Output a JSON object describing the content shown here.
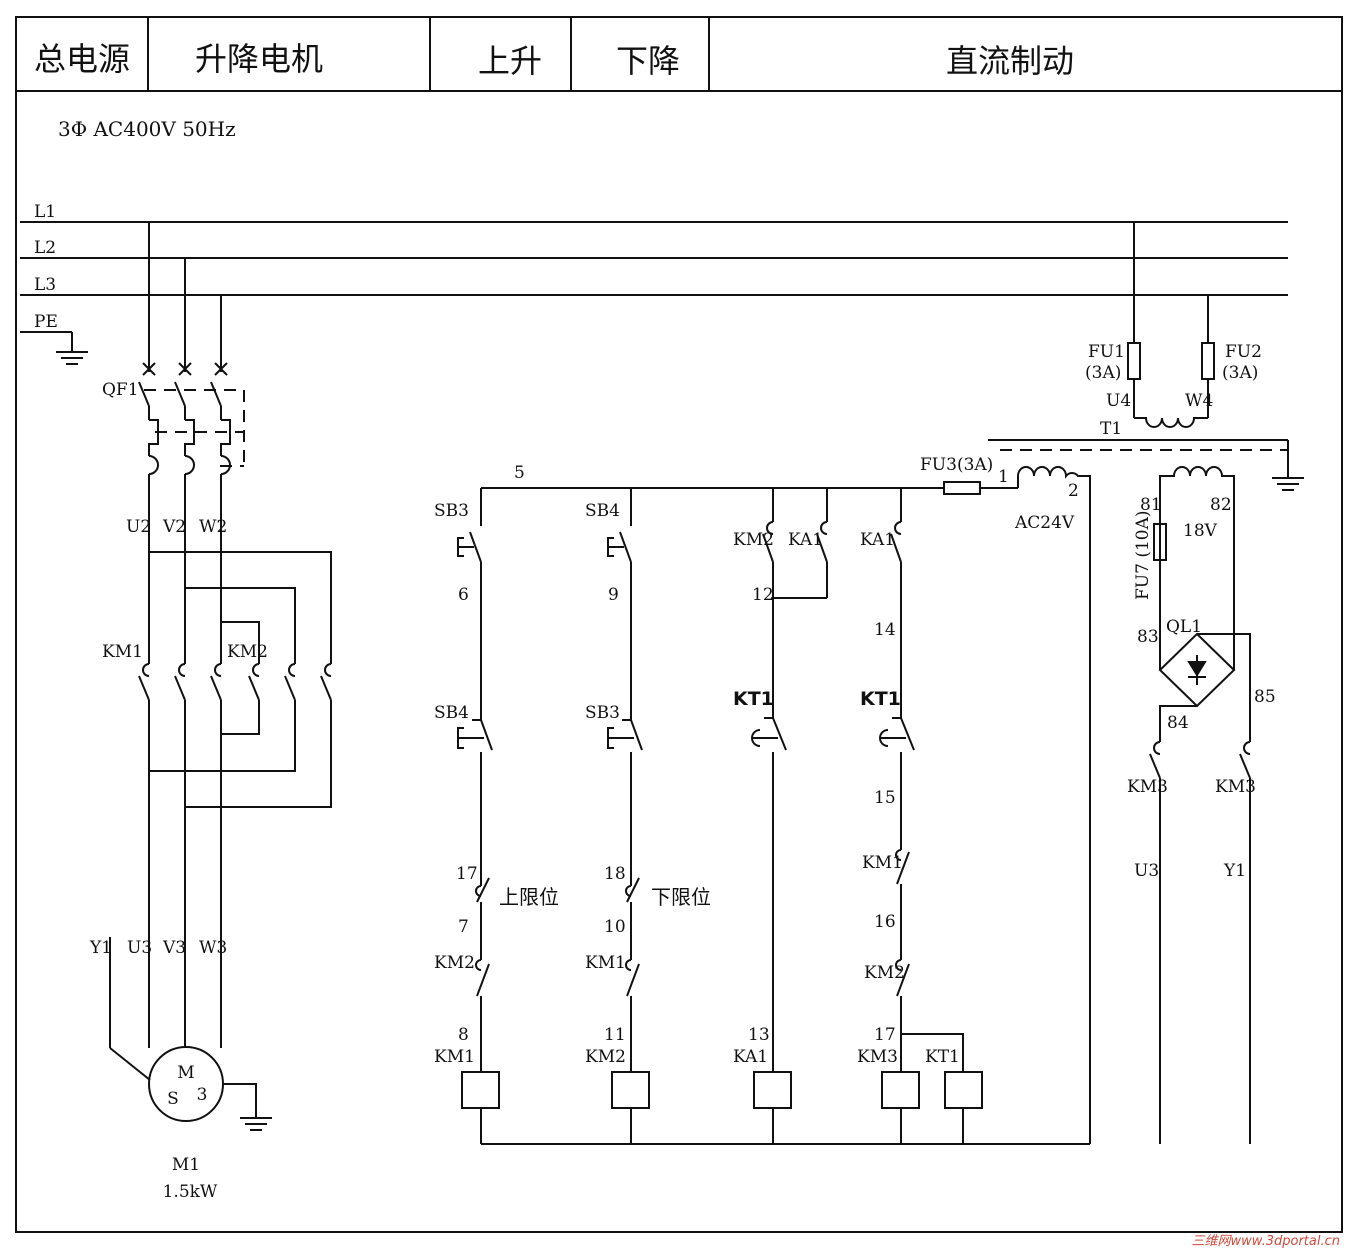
{
  "header": {
    "power": "总电源",
    "motor": "升降电机",
    "up": "上升",
    "down": "下降",
    "brake": "直流制动"
  },
  "supply": "3Φ  AC400V 50Hz",
  "buses": [
    "L1",
    "L2",
    "L3",
    "PE"
  ],
  "breaker": "QF1",
  "motor_terminals": [
    "U2",
    "V2",
    "W2"
  ],
  "contactors": [
    "KM1",
    "KM2"
  ],
  "motor_leads": [
    "Y1",
    "U3",
    "V3",
    "W3"
  ],
  "motor": {
    "symbol": "M",
    "sub1": "S",
    "sub2": "3",
    "name": "M1",
    "power": "1.5kW"
  },
  "transformer": {
    "fu1": "FU1",
    "fu1_rating": "(3A)",
    "fu2": "FU2",
    "fu2_rating": "(3A)",
    "u4": "U4",
    "w4": "W4",
    "name": "T1",
    "fu3": "FU3(3A)",
    "ac": "AC24V",
    "dc": "18V"
  },
  "control": {
    "wires": {
      "w1": "1",
      "w2": "2",
      "w5": "5",
      "w6": "6",
      "w9": "9",
      "w12": "12",
      "w14": "14",
      "w15": "15",
      "w16": "16",
      "w17a": "17",
      "w17b": "17",
      "w18": "18",
      "w7": "7",
      "w10": "10",
      "w8": "8",
      "w11": "11",
      "w13": "13"
    },
    "labels": {
      "sb3_a": "SB3",
      "sb4_a": "SB4",
      "sb4_b": "SB4",
      "sb3_b": "SB3",
      "km2_a": "KM2",
      "ka1_a": "KA1",
      "ka1_b": "KA1",
      "kt1_a": "KT1",
      "kt1_b": "KT1",
      "upper_limit": "上限位",
      "lower_limit": "下限位",
      "km2_b": "KM2",
      "km1_b": "KM1",
      "km1_c": "KM1",
      "km2_c": "KM2"
    },
    "coils": [
      "KM1",
      "KM2",
      "KA1",
      "KM3",
      "KT1"
    ]
  },
  "brake": {
    "w81": "81",
    "w82": "82",
    "fu7": "FU7 (10A)",
    "ql1": "QL1",
    "w83": "83",
    "w84": "84",
    "w85": "85",
    "km3_a": "KM3",
    "km3_b": "KM3",
    "u3": "U3",
    "y1": "Y1"
  },
  "watermark": "三维网www.3dportal.cn"
}
